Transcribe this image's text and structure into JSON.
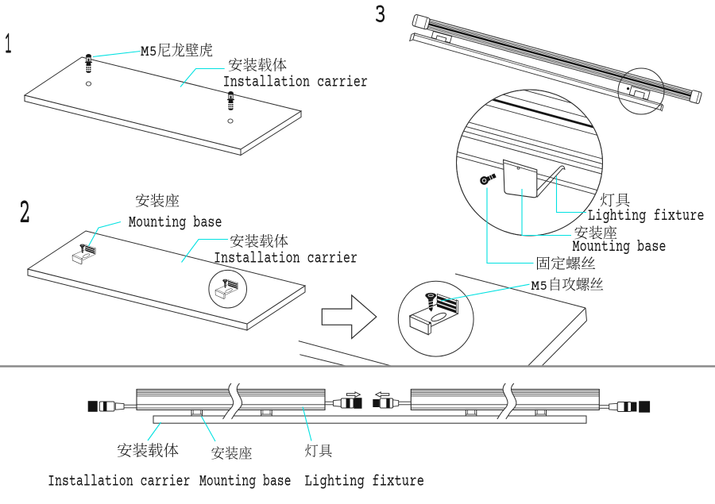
{
  "diagram": {
    "colors": {
      "background": "#ffffff",
      "line": "#2b2b2b",
      "leader": "#00e1e1",
      "text": "#161616",
      "dark_fill": "#141414",
      "divider": "#8a8a8a"
    },
    "steps": [
      {
        "number": "1",
        "labels": {
          "anchor_zh": "M5尼龙壁虎",
          "carrier_zh": "安装载体",
          "carrier_en": "Installation carrier"
        }
      },
      {
        "number": "2",
        "labels": {
          "base_zh": "安装座",
          "base_en": "Mounting base",
          "carrier_zh": "安装载体",
          "carrier_en": "Installation carrier"
        }
      },
      {
        "number": "3",
        "labels": {
          "fixture_zh": "灯具",
          "fixture_en": "Lighting fixture",
          "base_zh": "安装座",
          "base_en": "Mounting base",
          "fix_screw_zh": "固定螺丝",
          "tapping_screw_zh": "M5自攻螺丝"
        }
      }
    ],
    "legend": {
      "carrier_zh": "安装载体",
      "carrier_en": "Installation carrier",
      "base_zh": "安装座",
      "base_en": "Mounting base",
      "fixture_zh": "灯具",
      "fixture_en": "Lighting fixture"
    }
  }
}
